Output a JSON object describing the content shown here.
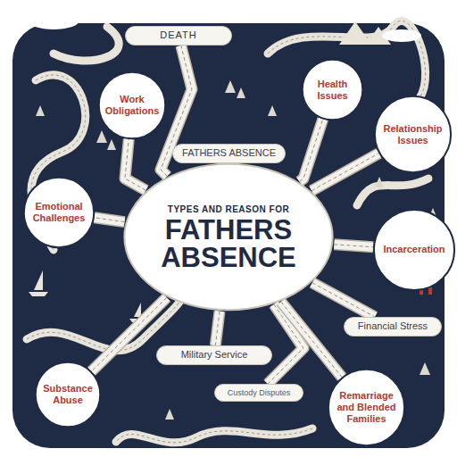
{
  "diagram": {
    "nodes": [
      {
        "text": [
          "TYPES AND REASON FOR",
          "FATHERS ABSENCE"
        ]
      },
      {
        "text": [
          "DEATH"
        ]
      },
      {
        "text": [
          "Work Obligations"
        ]
      },
      {
        "text": [
          "Health Issues"
        ]
      },
      {
        "text": [
          "FATHERS ABSENCE"
        ]
      },
      {
        "text": [
          "Relationship Issues"
        ]
      },
      {
        "text": [
          "Emotional Challenges"
        ]
      },
      {
        "text": [
          "Incarceration"
        ]
      },
      {
        "text": [
          "Financial Stress"
        ]
      },
      {
        "text": [
          "Military Service"
        ]
      },
      {
        "text": [
          "Substance Abuse"
        ]
      },
      {
        "text": [
          "Custody Disputes"
        ]
      },
      {
        "text": [
          "Remarriage and Blended Families"
        ]
      }
    ],
    "edges": [
      {
        "from": 0,
        "to": 1,
        "arrow": "none"
      },
      {
        "from": 0,
        "to": 2,
        "arrow": "none"
      },
      {
        "from": 0,
        "to": 3,
        "arrow": "none"
      },
      {
        "from": 0,
        "to": 4,
        "arrow": "none"
      },
      {
        "from": 0,
        "to": 5,
        "arrow": "none"
      },
      {
        "from": 0,
        "to": 6,
        "arrow": "none"
      },
      {
        "from": 0,
        "to": 7,
        "arrow": "none"
      },
      {
        "from": 0,
        "to": 8,
        "arrow": "none"
      },
      {
        "from": 0,
        "to": 9,
        "arrow": "none"
      },
      {
        "from": 0,
        "to": 10,
        "arrow": "none"
      },
      {
        "from": 0,
        "to": 11,
        "arrow": "none"
      },
      {
        "from": 0,
        "to": 12,
        "arrow": "none"
      }
    ]
  }
}
